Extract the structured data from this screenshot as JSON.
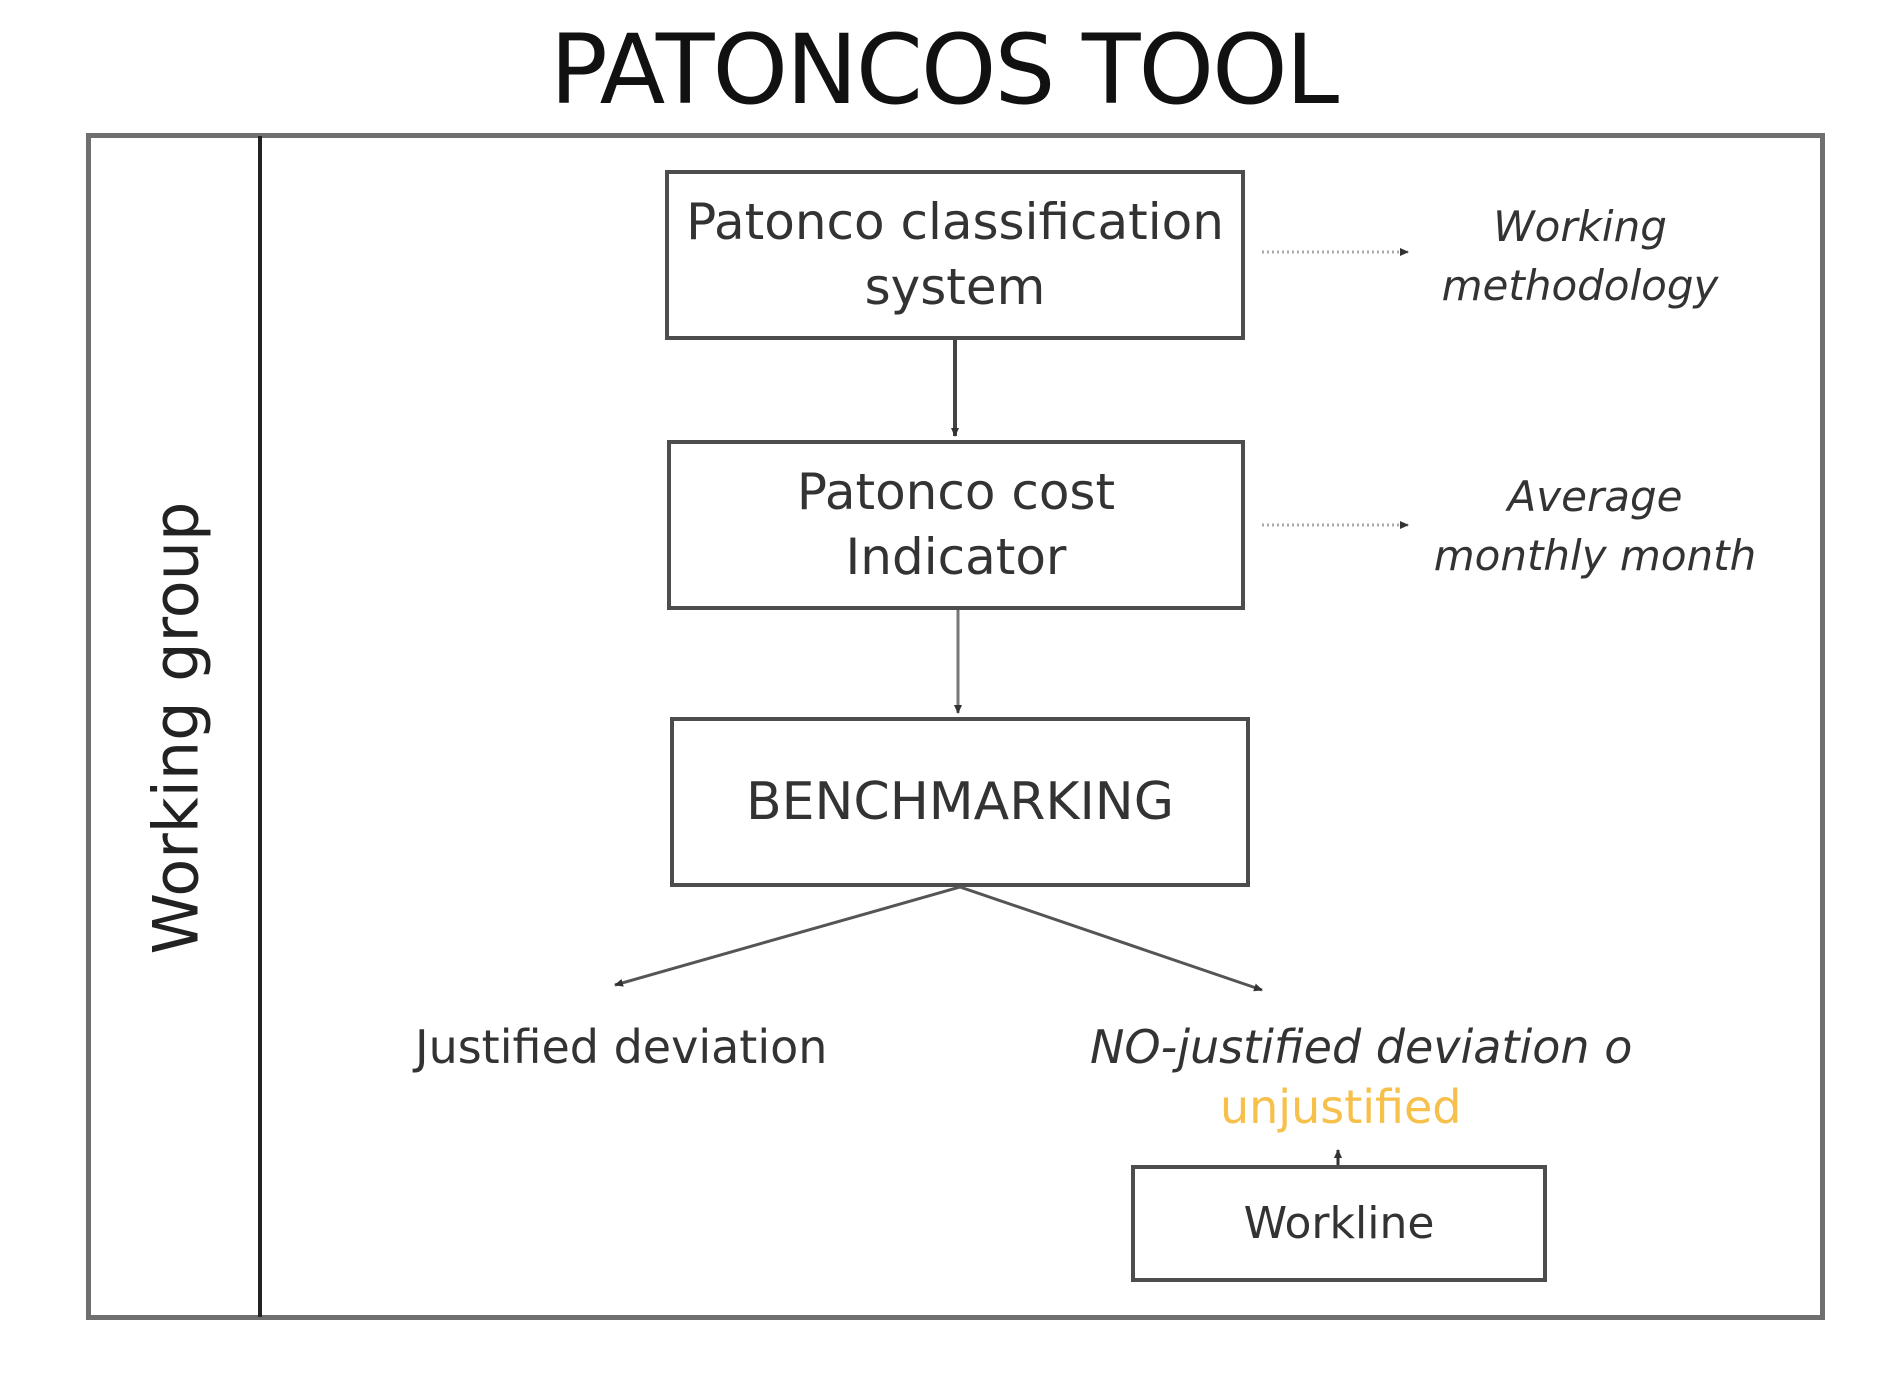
{
  "title": "PATONCOS TOOL",
  "side_label": "Working group",
  "boxes": {
    "classification": [
      "Patonco classification",
      "system"
    ],
    "cost_indicator": [
      "Patonco cost",
      "Indicator"
    ],
    "benchmarking": "BENCHMARKING",
    "workline": "Workline"
  },
  "notes": {
    "methodology": [
      "Working",
      "methodology"
    ],
    "average": [
      "Average",
      "monthly month"
    ]
  },
  "outcomes": {
    "justified": "Justified deviation",
    "no_justified": "NO-justified deviation o",
    "unjustified": "unjustified"
  },
  "colors": {
    "frame": "#6f6f6f",
    "accent_unjustified": "#f6c04a"
  }
}
